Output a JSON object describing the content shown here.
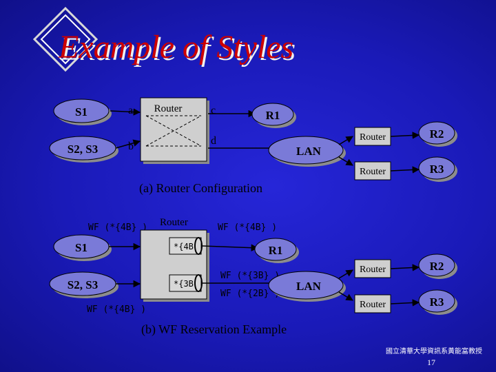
{
  "title": "Example of Styles",
  "colors": {
    "title": "#cc0000",
    "title_shadow": "#f0f0f0",
    "node_fill": "#7a7ad8",
    "node_shadow": "#8c8c8c",
    "text": "#000000",
    "label": "#ffffff",
    "box_fill": "#cfcfcf",
    "accent_text": "#ffffff"
  },
  "part_a": {
    "caption": "(a) Router Configuration",
    "s1": "S1",
    "s23": "S2, S3",
    "port_a": "a",
    "port_b": "b",
    "router": "Router",
    "port_c": "c",
    "port_d": "d",
    "r1": "R1",
    "lan": "LAN",
    "router_r2": "Router",
    "r2": "R2",
    "router_r3": "Router",
    "r3": "R3"
  },
  "part_b": {
    "caption": "(b) WF Reservation Example",
    "wf_top_left": "WF (*{4B} )",
    "router": "Router",
    "wf_top_right": "WF (*{4B} )",
    "s1": "S1",
    "s23": "S2, S3",
    "filter1": "*{4B",
    "filter2": "*{3B",
    "r1": "R1",
    "wf_3b": "WF (*{3B} )",
    "wf_2b": "WF (*{2B} )",
    "lan": "LAN",
    "wf_bottom_left": "WF (*{4B} )",
    "router_r2": "Router",
    "r2": "R2",
    "router_r3": "Router",
    "r3": "R3"
  },
  "footer": {
    "institution": "國立清華大學資訊系黃能富教授",
    "page_number": "17"
  }
}
